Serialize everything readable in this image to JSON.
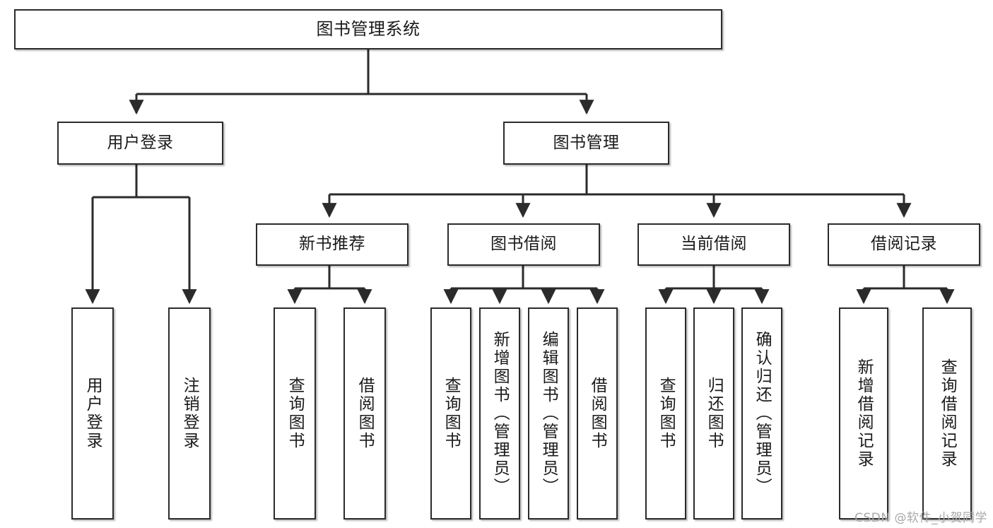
{
  "diagram": {
    "title": "图书管理系统",
    "watermark": "CSDN @软件_小贺同学",
    "line_color": "#2b2b2b",
    "box_fill": "#ffffff",
    "text_color": "#1a1a1a"
  },
  "nodes": {
    "root": {
      "label": "图书管理系统"
    },
    "level2": [
      {
        "id": "user-login",
        "label": "用户登录"
      },
      {
        "id": "book-manage",
        "label": "图书管理"
      }
    ],
    "level3": [
      {
        "id": "new-book-recommend",
        "label": "新书推荐"
      },
      {
        "id": "book-borrow",
        "label": "图书借阅"
      },
      {
        "id": "current-borrow",
        "label": "当前借阅"
      },
      {
        "id": "borrow-record",
        "label": "借阅记录"
      }
    ],
    "leaves": {
      "user-login": [
        {
          "id": "leaf-user-login",
          "label": "用户登录"
        },
        {
          "id": "leaf-user-logout",
          "label": "注销登录"
        }
      ],
      "new-book-recommend": [
        {
          "id": "leaf-query-book-1",
          "label": "查询图书"
        },
        {
          "id": "leaf-borrow-book-1",
          "label": "借阅图书"
        }
      ],
      "book-borrow": [
        {
          "id": "leaf-query-book-2",
          "label": "查询图书"
        },
        {
          "id": "leaf-add-book",
          "label": "新增图书（管理员）"
        },
        {
          "id": "leaf-edit-book",
          "label": "编辑图书（管理员）"
        },
        {
          "id": "leaf-borrow-book-2",
          "label": "借阅图书"
        }
      ],
      "current-borrow": [
        {
          "id": "leaf-query-book-3",
          "label": "查询图书"
        },
        {
          "id": "leaf-return-book",
          "label": "归还图书"
        },
        {
          "id": "leaf-confirm-return",
          "label": "确认归还（管理员）"
        }
      ],
      "borrow-record": [
        {
          "id": "leaf-add-record",
          "label": "新增借阅记录"
        },
        {
          "id": "leaf-query-record",
          "label": "查询借阅记录"
        }
      ]
    }
  }
}
